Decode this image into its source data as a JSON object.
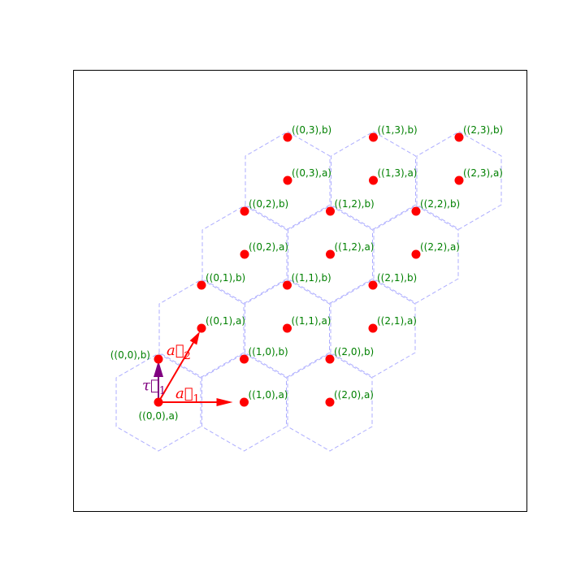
{
  "diagram": {
    "site_color": "#ff0000",
    "label_color": "#008000",
    "cell_color": "#9999ff",
    "vector_color": "#ff0000",
    "basis_color": "#800080",
    "sites": [
      {
        "i": 0,
        "j": 0,
        "sub": "a",
        "label": "((0,0),a)"
      },
      {
        "i": 0,
        "j": 0,
        "sub": "b",
        "label": "((0,0),b)"
      },
      {
        "i": 1,
        "j": 0,
        "sub": "a",
        "label": "((1,0),a)"
      },
      {
        "i": 1,
        "j": 0,
        "sub": "b",
        "label": "((1,0),b)"
      },
      {
        "i": 2,
        "j": 0,
        "sub": "a",
        "label": "((2,0),a)"
      },
      {
        "i": 2,
        "j": 0,
        "sub": "b",
        "label": "((2,0),b)"
      },
      {
        "i": 0,
        "j": 1,
        "sub": "a",
        "label": "((0,1),a)"
      },
      {
        "i": 0,
        "j": 1,
        "sub": "b",
        "label": "((0,1),b)"
      },
      {
        "i": 1,
        "j": 1,
        "sub": "a",
        "label": "((1,1),a)"
      },
      {
        "i": 1,
        "j": 1,
        "sub": "b",
        "label": "((1,1),b)"
      },
      {
        "i": 2,
        "j": 1,
        "sub": "a",
        "label": "((2,1),a)"
      },
      {
        "i": 2,
        "j": 1,
        "sub": "b",
        "label": "((2,1),b)"
      },
      {
        "i": 0,
        "j": 2,
        "sub": "a",
        "label": "((0,2),a)"
      },
      {
        "i": 0,
        "j": 2,
        "sub": "b",
        "label": "((0,2),b)"
      },
      {
        "i": 1,
        "j": 2,
        "sub": "a",
        "label": "((1,2),a)"
      },
      {
        "i": 1,
        "j": 2,
        "sub": "b",
        "label": "((1,2),b)"
      },
      {
        "i": 2,
        "j": 2,
        "sub": "a",
        "label": "((2,2),a)"
      },
      {
        "i": 2,
        "j": 2,
        "sub": "b",
        "label": "((2,2),b)"
      },
      {
        "i": 0,
        "j": 3,
        "sub": "a",
        "label": "((0,3),a)"
      },
      {
        "i": 0,
        "j": 3,
        "sub": "b",
        "label": "((0,3),b)"
      },
      {
        "i": 1,
        "j": 3,
        "sub": "a",
        "label": "((1,3),a)"
      },
      {
        "i": 1,
        "j": 3,
        "sub": "b",
        "label": "((1,3),b)"
      },
      {
        "i": 2,
        "j": 3,
        "sub": "a",
        "label": "((2,3),a)"
      },
      {
        "i": 2,
        "j": 3,
        "sub": "b",
        "label": "((2,3),b)"
      }
    ],
    "vectors": [
      {
        "name": "a1",
        "label": "a⃗1",
        "base": "a",
        "sub": "1"
      },
      {
        "name": "a2",
        "label": "a⃗2",
        "base": "a",
        "sub": "2"
      },
      {
        "name": "tau1",
        "label": "τ⃗1",
        "base": "τ",
        "sub": "1"
      }
    ]
  }
}
